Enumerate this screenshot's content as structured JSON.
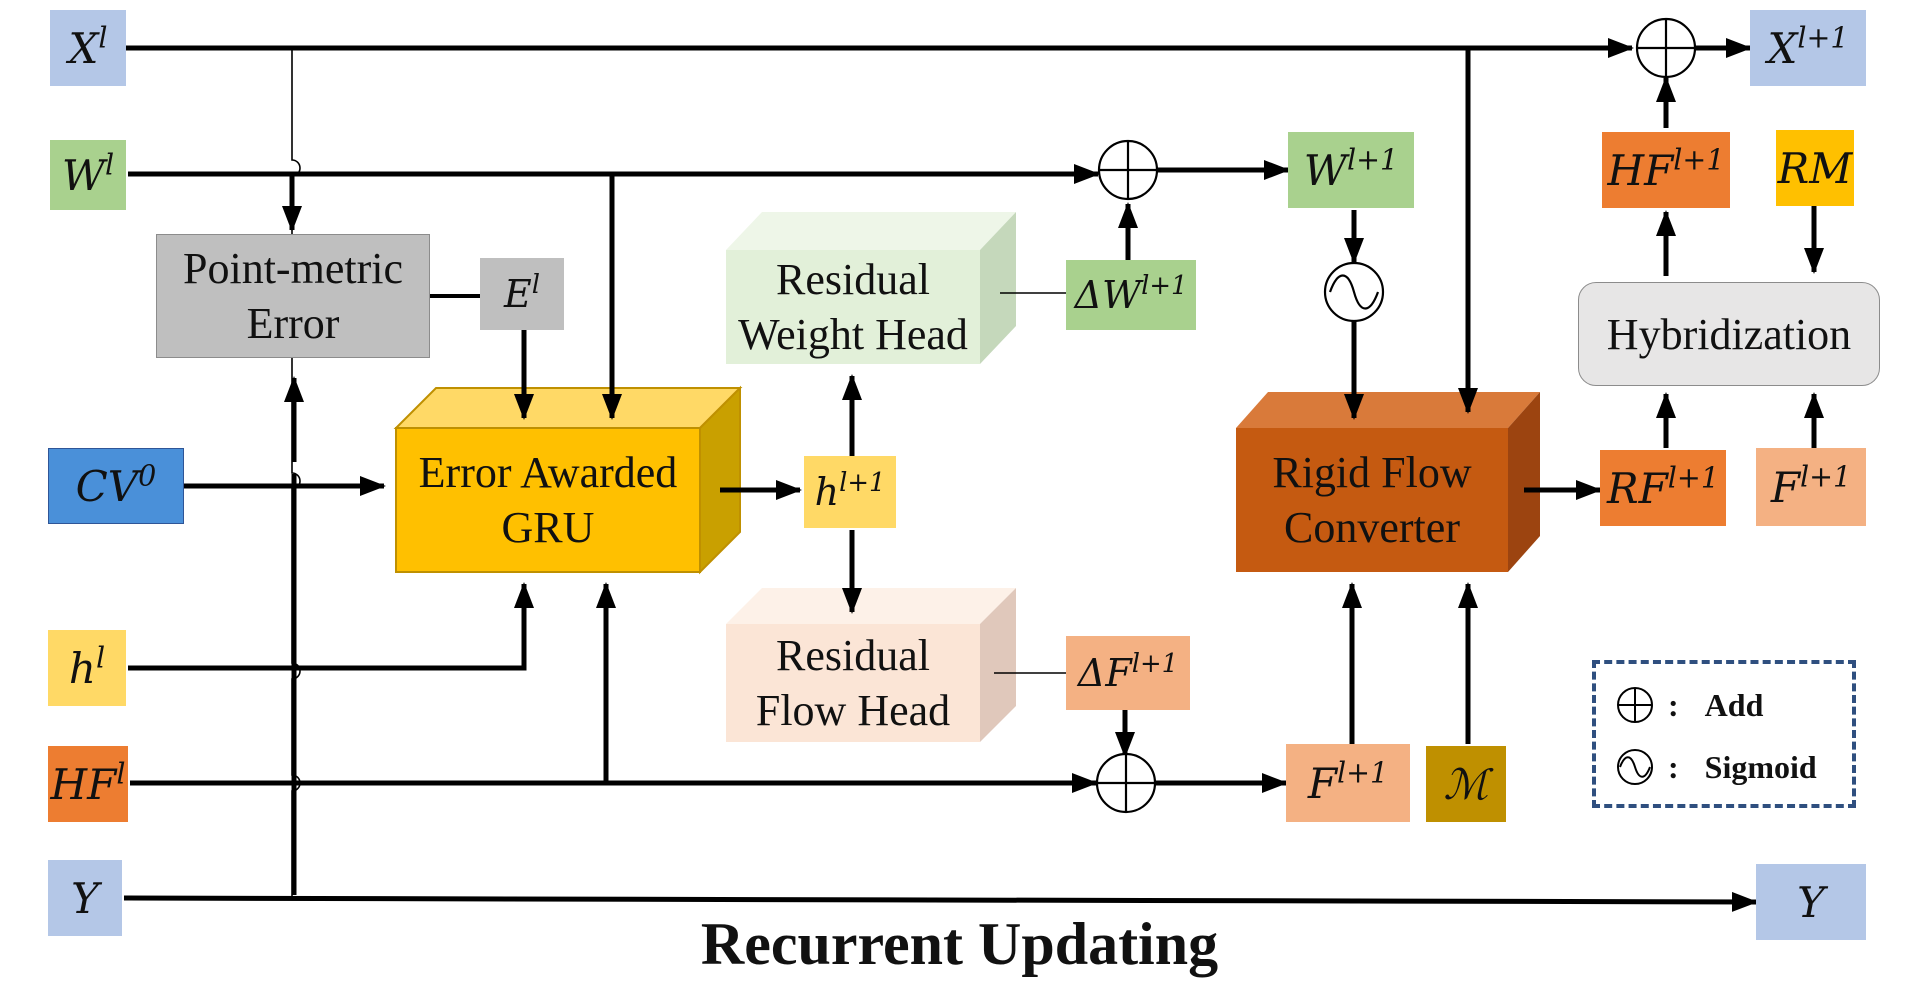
{
  "colors": {
    "x_blue": "#b4c7e7",
    "w_green": "#a9d18e",
    "cv_blue": "#4a90d9",
    "h_yellow": "#ffd966",
    "hf_orange": "#ed7d31",
    "f_peach": "#f4b183",
    "rm_gold": "#ffc000",
    "m_brown": "#bf9000",
    "gray_block": "#bfbfbf",
    "gru_gold": "#ffc000",
    "rigid_orange": "#c55a11",
    "weight_head": "#e2f0d9",
    "flow_head": "#fbe5d6",
    "hybrid_gray": "#e7e6e6",
    "legend_border": "#2f4f7f"
  },
  "inputs": {
    "x_l": "X^l",
    "w_l": "W^l",
    "cv_0": "CV^0",
    "h_l": "h^l",
    "hf_l": "HF^l",
    "y": "Y"
  },
  "intermediates": {
    "e_l": "E^l",
    "h_l1": "h^{l+1}",
    "delta_w": "ΔW^{l+1}",
    "delta_f": "ΔF^{l+1}",
    "w_l1": "W^{l+1}",
    "f_l1": "F^{l+1}",
    "m": "ℳ",
    "rf_l1": "RF^{l+1}",
    "f_l1_right": "F^{l+1}",
    "hf_l1": "HF^{l+1}",
    "rm": "RM"
  },
  "outputs": {
    "x_l1": "X^{l+1}",
    "y": "Y"
  },
  "blocks": {
    "point_metric_error": "Point-metric\nError",
    "error_awarded_gru": "Error Awarded\nGRU",
    "residual_weight_head": "Residual\nWeight Head",
    "residual_flow_head": "Residual\nFlow Head",
    "rigid_flow_converter": "Rigid Flow\nConverter",
    "hybridization": "Hybridization"
  },
  "legend": {
    "add_label": "Add",
    "sigmoid_label": "Sigmoid",
    "add_icon": "circle-plus-icon",
    "sigmoid_icon": "circle-sine-icon"
  },
  "title": "Recurrent Updating"
}
